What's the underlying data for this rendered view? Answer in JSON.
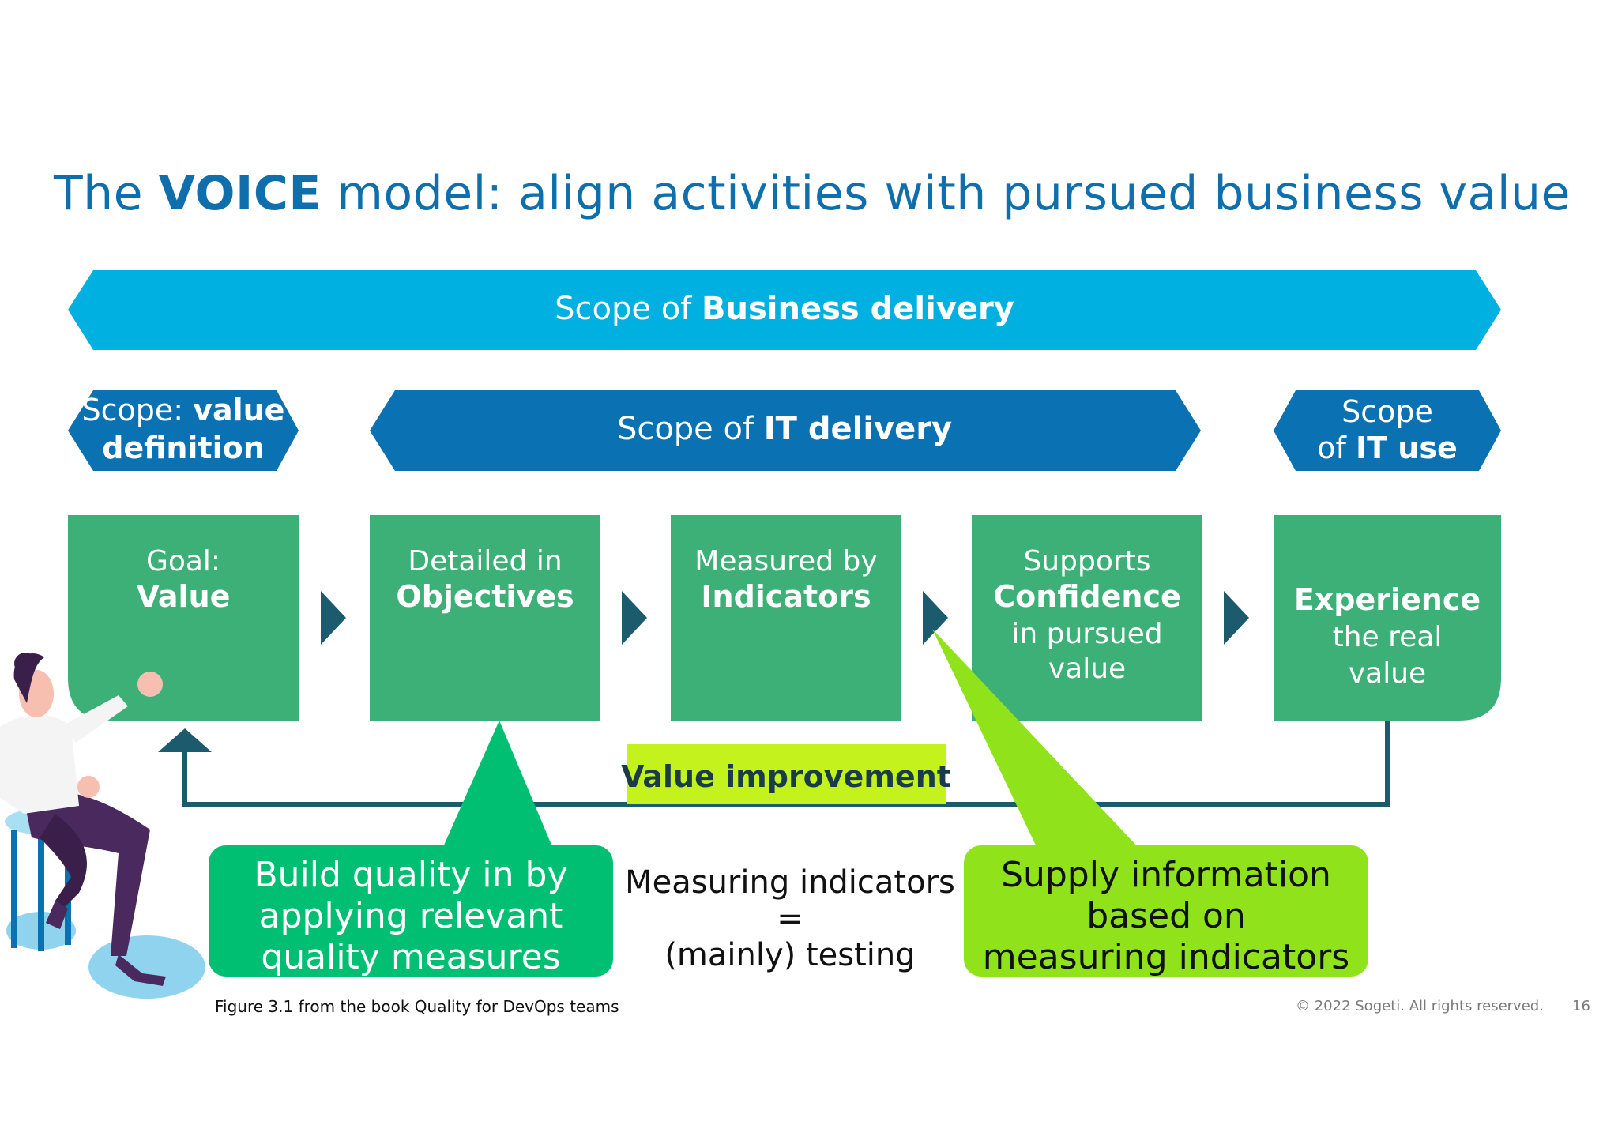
{
  "slide": {
    "title_pre": "The ",
    "title_bold": "VOICE",
    "title_post": " model: align activities with pursued business value"
  },
  "banners": {
    "business": {
      "pre": "Scope of ",
      "bold": "Business delivery"
    },
    "value_definition": {
      "line1_pre": "Scope: ",
      "line1_bold": "value",
      "line2_bold": "definition"
    },
    "it_delivery": {
      "pre": "Scope of ",
      "bold": "IT delivery"
    },
    "it_use": {
      "line1": "Scope",
      "line2_pre": "of ",
      "line2_bold": "IT use"
    }
  },
  "boxes": {
    "value": {
      "line1": "Goal:",
      "line2": "Value"
    },
    "objectives": {
      "line1": "Detailed in",
      "line2": "Objectives"
    },
    "indicators": {
      "line1": "Measured by",
      "line2": "Indicators"
    },
    "confidence": {
      "line1": "Supports",
      "line2": "Confidence",
      "line3": "in pursued",
      "line4": "value"
    },
    "experience": {
      "line1": "Experience",
      "line2": "the real",
      "line3": "value"
    }
  },
  "feedback": {
    "label": "Value improvement"
  },
  "callouts": {
    "build_quality": {
      "line1": "Build quality in by",
      "line2": "applying relevant",
      "line3": "quality measures"
    },
    "measuring": {
      "line1": "Measuring indicators",
      "line2": "=",
      "line3": "(mainly) testing"
    },
    "supply_info": {
      "line1": "Supply information",
      "line2": "based on",
      "line3": "measuring indicators"
    }
  },
  "footer": {
    "caption": "Figure 3.1 from the book Quality for DevOps teams",
    "copyright": "© 2022 Sogeti. All rights reserved.",
    "page_number": "16"
  },
  "colors": {
    "title_blue": "#0f6fad",
    "business_banner": "#00b0e0",
    "scope_banner": "#0a71b2",
    "box_green": "#3db077",
    "arrow_dark": "#1c5a6e",
    "callout_green": "#00bf72",
    "callout_lime": "#90e21a",
    "value_improvement_bg": "#c4f21d"
  }
}
